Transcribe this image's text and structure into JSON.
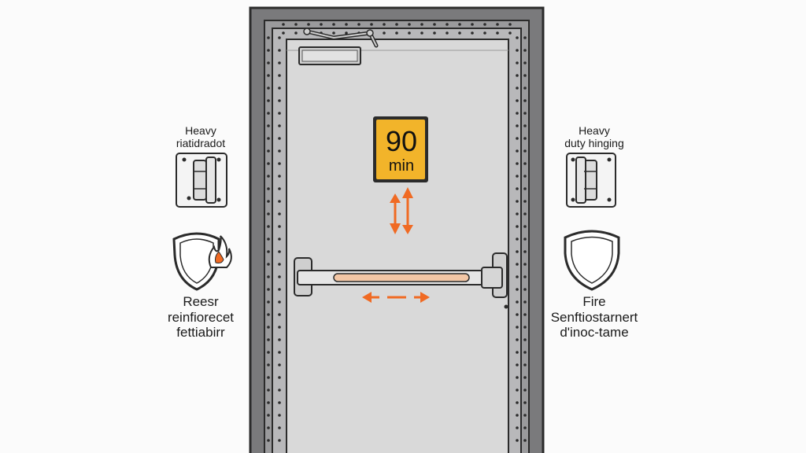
{
  "labels": {
    "left_top": [
      "Heavy",
      "riatidradot"
    ],
    "right_top": [
      "Heavy",
      "duty hinging"
    ],
    "left_bottom": [
      "Reesr",
      "reinfiorecet",
      "fettiabirr"
    ],
    "right_bottom": [
      "Fire",
      "Senftiostarnert",
      "d'inoc-tame"
    ]
  },
  "sign": {
    "value": "90",
    "unit": "min"
  },
  "colors": {
    "frame": "#7a7a7c",
    "door": "#d9d9d9",
    "sign_bg": "#f2b42a",
    "arrow": "#f06a23",
    "bar_stripe": "#f3c7a6"
  },
  "icons": [
    "hinge-icon",
    "shield-icon",
    "fire-shield-icon",
    "door-closer-icon",
    "panic-bar-icon",
    "vertical-arrows-icon",
    "horizontal-arrows-icon"
  ]
}
